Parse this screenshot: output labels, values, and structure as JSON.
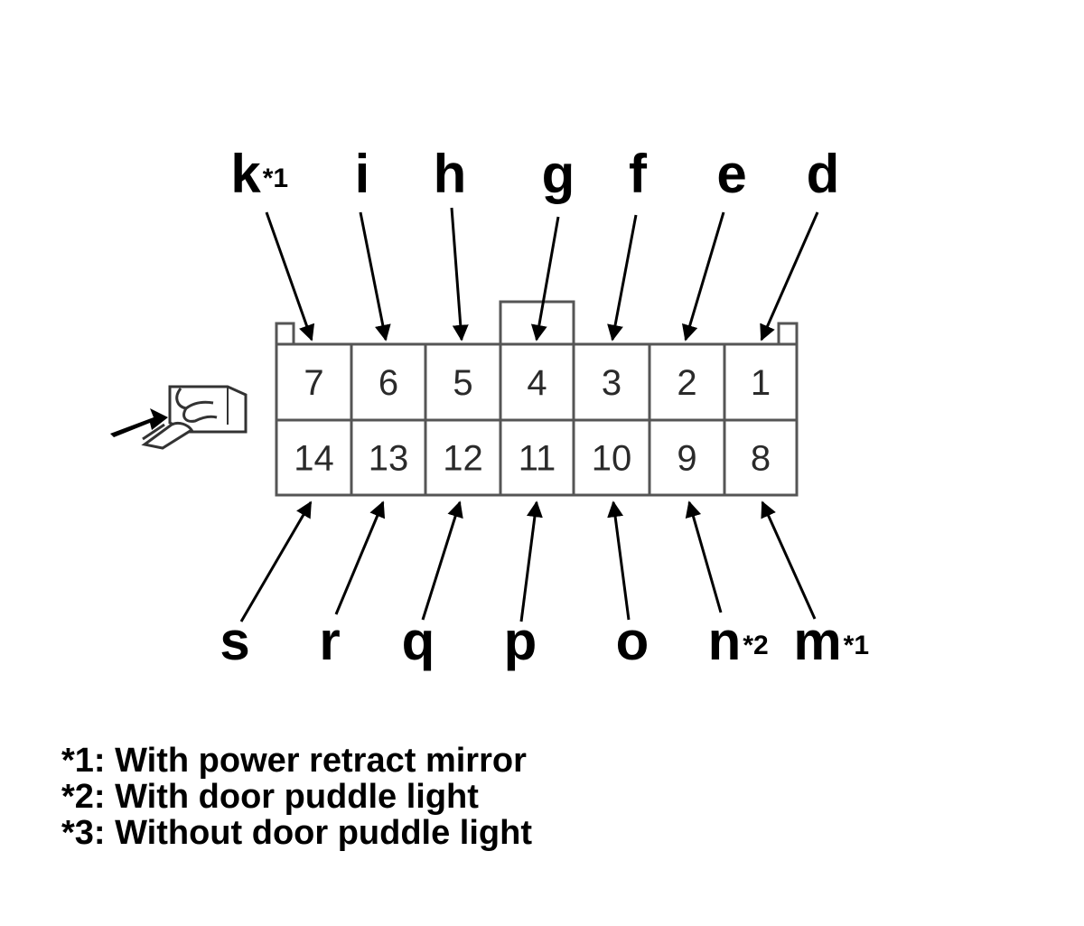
{
  "top_labels": [
    {
      "id": "k",
      "text": "k",
      "sup": "*1"
    },
    {
      "id": "i",
      "text": "i",
      "sup": ""
    },
    {
      "id": "h",
      "text": "h",
      "sup": ""
    },
    {
      "id": "g",
      "text": "g",
      "sup": ""
    },
    {
      "id": "f",
      "text": "f",
      "sup": ""
    },
    {
      "id": "e",
      "text": "e",
      "sup": ""
    },
    {
      "id": "d",
      "text": "d",
      "sup": ""
    }
  ],
  "bottom_labels": [
    {
      "id": "s",
      "text": "s",
      "sup": ""
    },
    {
      "id": "r",
      "text": "r",
      "sup": ""
    },
    {
      "id": "q",
      "text": "q",
      "sup": ""
    },
    {
      "id": "p",
      "text": "p",
      "sup": ""
    },
    {
      "id": "o",
      "text": "o",
      "sup": ""
    },
    {
      "id": "n",
      "text": "n",
      "sup": "*2"
    },
    {
      "id": "m",
      "text": "m",
      "sup": "*1"
    }
  ],
  "pins_top": [
    "7",
    "6",
    "5",
    "4",
    "3",
    "2",
    "1"
  ],
  "pins_bottom": [
    "14",
    "13",
    "12",
    "11",
    "10",
    "9",
    "8"
  ],
  "notes": [
    "*1: With power retract mirror",
    "*2: With door puddle light",
    "*3: Without door puddle light"
  ]
}
